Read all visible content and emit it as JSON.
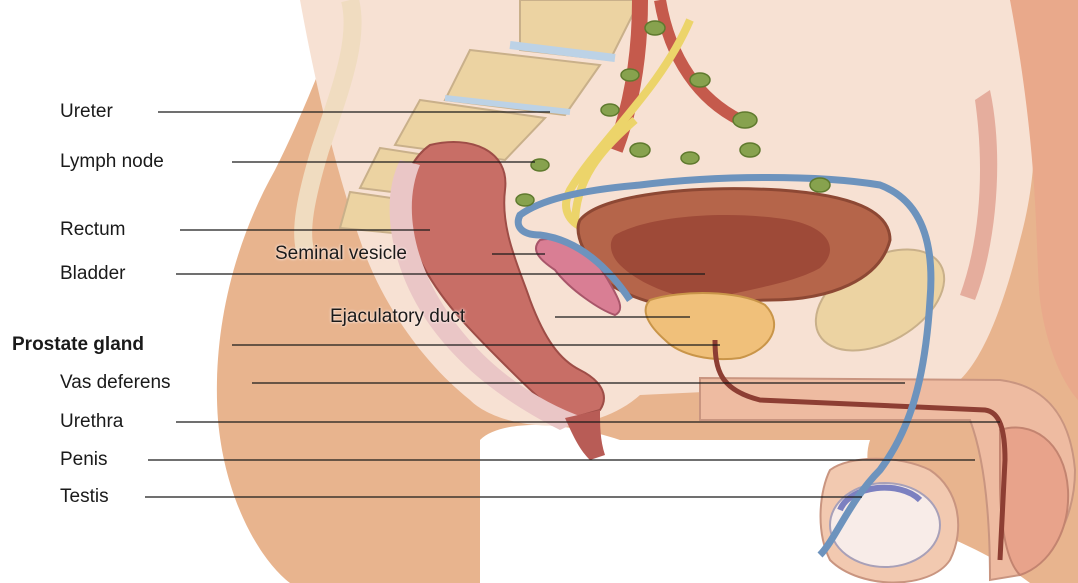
{
  "labels": {
    "ureter": "Ureter",
    "lymph_node": "Lymph node",
    "rectum": "Rectum",
    "bladder": "Bladder",
    "prostate_gland": "Prostate gland",
    "vas_deferens": "Vas deferens",
    "urethra": "Urethra",
    "penis": "Penis",
    "testis": "Testis",
    "seminal_vesicle": "Seminal vesicle",
    "ejaculatory_duct": "Ejaculatory duct"
  },
  "colors": {
    "skin": "#e8b48e",
    "skin_dark": "#d39873",
    "interior": "#f7e1d3",
    "bone": "#ecd3a2",
    "rectum": "#c86e66",
    "bladder": "#b5654a",
    "vas_deferens": "#6d93bd",
    "ureter": "#ecd46a",
    "lymph_node": "#87a24e",
    "prostate": "#f0c07a",
    "vessel_red": "#c55a4c",
    "seminal_vesicle": "#d97e94"
  }
}
